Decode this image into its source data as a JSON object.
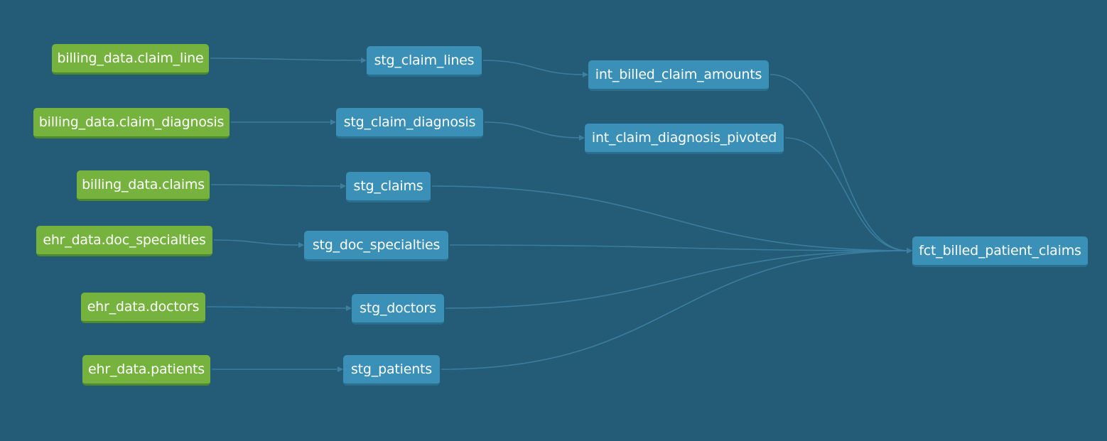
{
  "sources": {
    "billing_claim_line": "billing_data.claim_line",
    "billing_claim_diagnosis": "billing_data.claim_diagnosis",
    "billing_claims": "billing_data.claims",
    "ehr_doc_specialties": "ehr_data.doc_specialties",
    "ehr_doctors": "ehr_data.doctors",
    "ehr_patients": "ehr_data.patients"
  },
  "staging": {
    "stg_claim_lines": "stg_claim_lines",
    "stg_claim_diagnosis": "stg_claim_diagnosis",
    "stg_claims": "stg_claims",
    "stg_doc_specialties": "stg_doc_specialties",
    "stg_doctors": "stg_doctors",
    "stg_patients": "stg_patients"
  },
  "intermediate": {
    "int_billed_claim_amounts": "int_billed_claim_amounts",
    "int_claim_diagnosis_pivoted": "int_claim_diagnosis_pivoted"
  },
  "facts": {
    "fct_billed_patient_claims": "fct_billed_patient_claims"
  },
  "edges": [
    [
      "billing_claim_line",
      "stg_claim_lines"
    ],
    [
      "billing_claim_diagnosis",
      "stg_claim_diagnosis"
    ],
    [
      "billing_claims",
      "stg_claims"
    ],
    [
      "ehr_doc_specialties",
      "stg_doc_specialties"
    ],
    [
      "ehr_doctors",
      "stg_doctors"
    ],
    [
      "ehr_patients",
      "stg_patients"
    ],
    [
      "stg_claim_lines",
      "int_billed_claim_amounts"
    ],
    [
      "stg_claim_diagnosis",
      "int_claim_diagnosis_pivoted"
    ],
    [
      "int_billed_claim_amounts",
      "fct_billed_patient_claims"
    ],
    [
      "int_claim_diagnosis_pivoted",
      "fct_billed_patient_claims"
    ],
    [
      "stg_claims",
      "fct_billed_patient_claims"
    ],
    [
      "stg_doc_specialties",
      "fct_billed_patient_claims"
    ],
    [
      "stg_doctors",
      "fct_billed_patient_claims"
    ],
    [
      "stg_patients",
      "fct_billed_patient_claims"
    ]
  ],
  "colors": {
    "background": "#245b76",
    "source_node": "#75b33e",
    "model_node": "#3a90b7",
    "edge": "#3c7fa0"
  }
}
